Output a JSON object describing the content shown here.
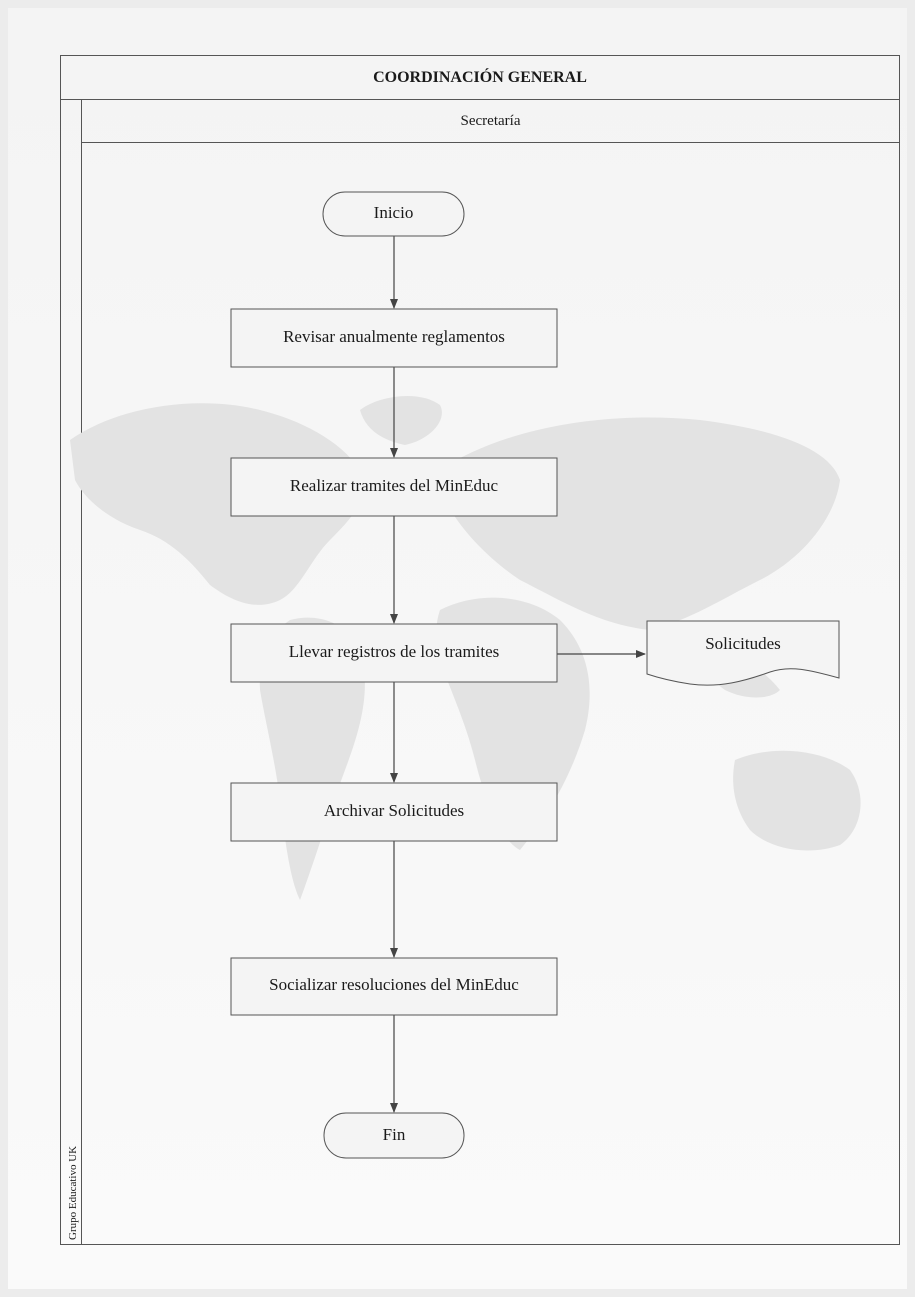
{
  "title": "COORDINACIÓN GENERAL",
  "lane_header": "Secretaría",
  "side_label": "Grupo Educativo UK",
  "nodes": {
    "inicio": "Inicio",
    "revisar": "Revisar anualmente reglamentos",
    "realizar": "Realizar tramites del MinEduc",
    "llevar": "Llevar registros de los tramites",
    "solicitudes": "Solicitudes",
    "archivar": "Archivar Solicitudes",
    "socializar": "Socializar resoluciones del MinEduc",
    "fin": "Fin"
  },
  "colors": {
    "stroke": "#555555",
    "fill": "#f4f4f4",
    "background_map": "#e3e3e3"
  }
}
